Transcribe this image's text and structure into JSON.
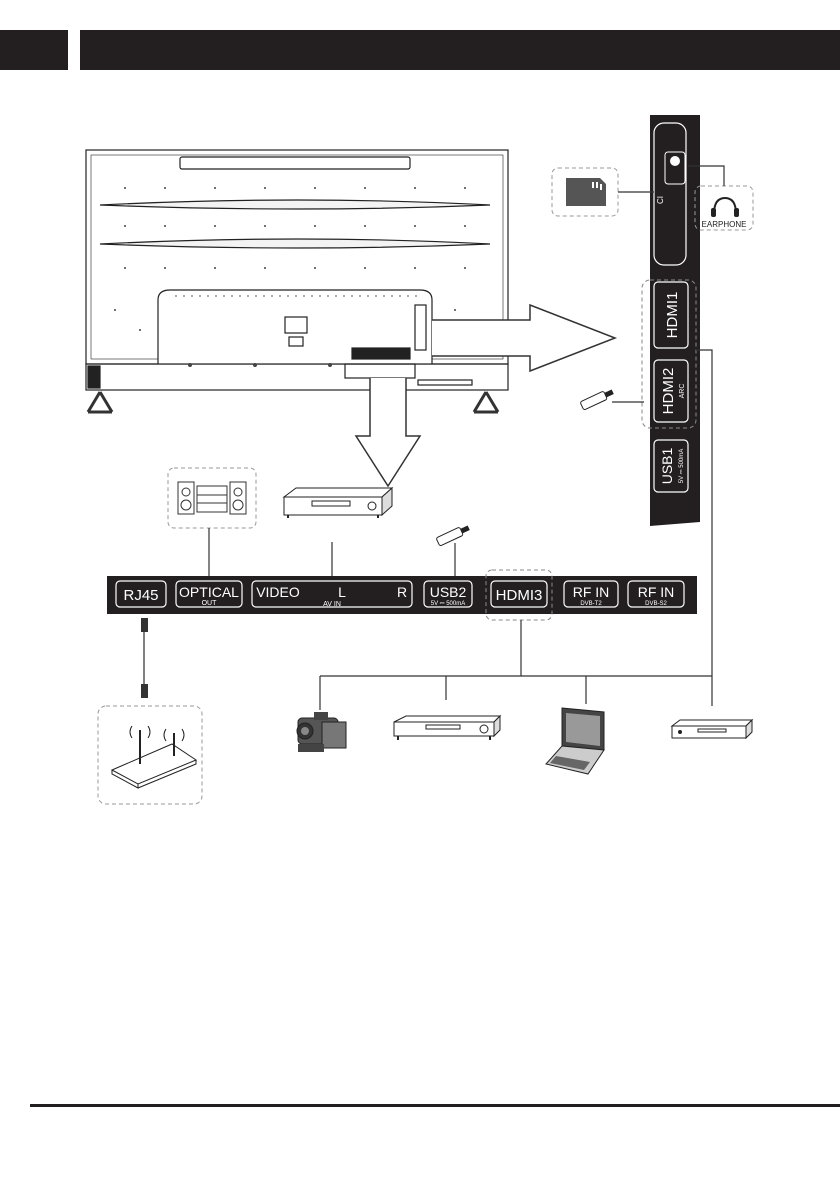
{
  "header": {
    "left_block": "",
    "right_block": ""
  },
  "side_panel": {
    "ci": "CI",
    "hdmi1": "HDMI1",
    "hdmi2": "HDMI2",
    "hdmi2_sub": "ARC",
    "usb1": "USB1",
    "usb1_sub": "5V ⎓ 500mA"
  },
  "earphone_label": "EARPHONE",
  "bottom_panel": {
    "rj45": "RJ45",
    "optical": "OPTICAL",
    "optical_sub": "OUT",
    "video": "VIDEO",
    "l": "L",
    "r": "R",
    "av_in": "AV IN",
    "usb2": "USB2",
    "usb2_sub": "5V ⎓ 500mA",
    "hdmi3": "HDMI3",
    "rfin1": "RF IN",
    "rfin1_sub": "DVB-T2",
    "rfin2": "RF IN",
    "rfin2_sub": "DVB-S2"
  },
  "icons": [
    "tv-back-icon",
    "sd-card-icon",
    "headphones-icon",
    "usb-stick-icon",
    "audio-system-icon",
    "dvd-player-icon",
    "router-icon",
    "camcorder-icon",
    "set-top-box-icon",
    "laptop-icon",
    "media-player-icon",
    "arrow-right-icon",
    "arrow-down-icon"
  ]
}
